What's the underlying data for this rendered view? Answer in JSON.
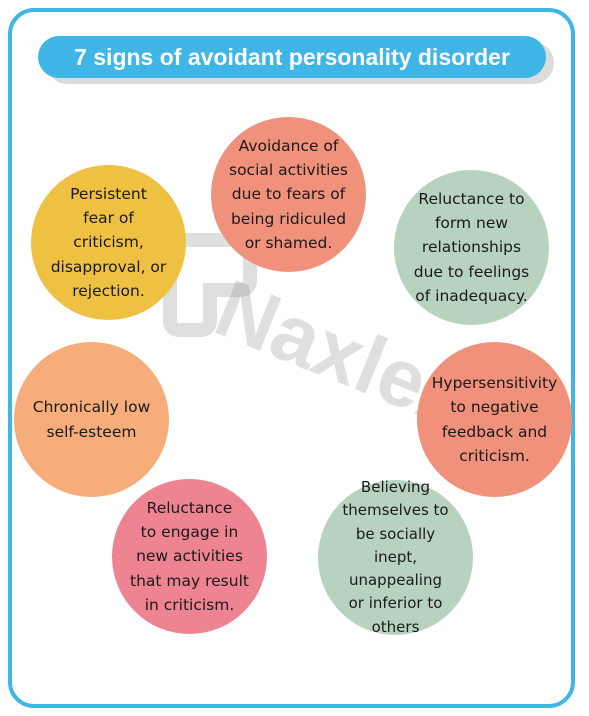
{
  "title": "7 signs of avoidant personality disorder",
  "watermark": "Naxlex",
  "colors": {
    "frame": "#3fb6e6",
    "salmon": "#f0917b",
    "sage": "#b7d3c0",
    "mustard": "#eec143",
    "peach": "#f7ad79",
    "pink": "#ee8392"
  },
  "signs": [
    {
      "text": "Avoidance of\nsocial activities\ndue to fears of\nbeing ridiculed\nor shamed."
    },
    {
      "text": "Reluctance to\nform new\nrelationships\ndue to feelings\nof inadequacy."
    },
    {
      "text": "Persistent\nfear of\ncriticism,\ndisapproval, or\nrejection."
    },
    {
      "text": "Hypersensitivity\nto negative\nfeedback and\ncriticism."
    },
    {
      "text": "Chronically low\nself-esteem"
    },
    {
      "text": "Reluctance\nto engage in\nnew activities\nthat may result\nin criticism."
    },
    {
      "text": "Believing\nthemselves to\nbe socially\ninept, unappealing\nor inferior to\nothers"
    }
  ]
}
